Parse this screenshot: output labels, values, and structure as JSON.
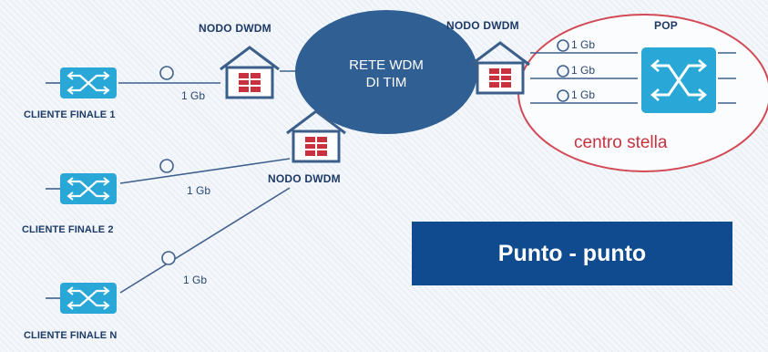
{
  "diagram": {
    "cloud": {
      "line1": "RETE WDM",
      "line2": "DI TIM"
    },
    "nodes": [
      {
        "label": "NODO DWDM"
      },
      {
        "label": "NODO DWDM"
      },
      {
        "label": "NODO DWDM"
      }
    ],
    "pop": {
      "label": "POP",
      "caption": "centro stella",
      "links": [
        "1 Gb",
        "1 Gb",
        "1 Gb"
      ]
    },
    "clients": [
      {
        "label": "CLIENTE FINALE 1",
        "link": "1 Gb"
      },
      {
        "label": "CLIENTE FINALE 2",
        "link": "1 Gb"
      },
      {
        "label": "CLIENTE FINALE N",
        "link": "1 Gb"
      }
    ],
    "banner": "Punto - punto",
    "colors": {
      "cloud": "#2f5f93",
      "switch": "#29a8d8",
      "house_outline": "#3b5f8a",
      "house_icon": "#c8323f",
      "line": "#40608c",
      "banner": "#0f4b8e",
      "star_circle": "#d24a55"
    },
    "icons": {
      "switch": "switch-icon",
      "node": "dwdm-node-icon",
      "link_circle": "optical-link-circle-icon"
    }
  }
}
